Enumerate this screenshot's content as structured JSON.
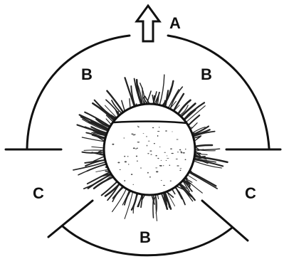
{
  "diagram": {
    "labels": {
      "top": "A",
      "upper_left": "B",
      "upper_right": "B",
      "left": "C",
      "right": "C",
      "bottom": "B"
    }
  }
}
